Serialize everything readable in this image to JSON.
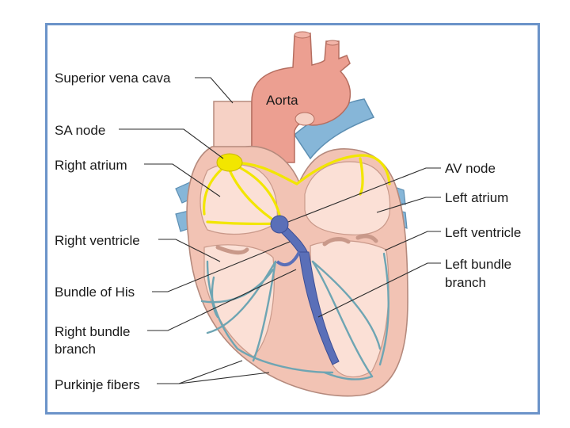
{
  "labels": {
    "aorta": "Aorta",
    "superior_vena_cava": "Superior vena cava",
    "sa_node": "SA node",
    "right_atrium": "Right atrium",
    "right_ventricle": "Right ventricle",
    "bundle_of_his": "Bundle of His",
    "right_bundle_branch_1": "Right bundle",
    "right_bundle_branch_2": "branch",
    "purkinje_fibers": "Purkinje fibers",
    "av_node": "AV node",
    "left_atrium": "Left atrium",
    "left_ventricle": "Left ventricle",
    "left_bundle_branch_1": "Left bundle",
    "left_bundle_branch_2": "branch"
  },
  "colors": {
    "frame_border": "#6b93c9",
    "heart_outer": "#f2c3b4",
    "heart_inner": "#fbe0d6",
    "aorta": "#ec9f91",
    "pulmonary": "#86b6d8",
    "conduction_yellow": "#f2e600",
    "av_node": "#5a6fb8",
    "purkinje": "#6ea5b3"
  }
}
